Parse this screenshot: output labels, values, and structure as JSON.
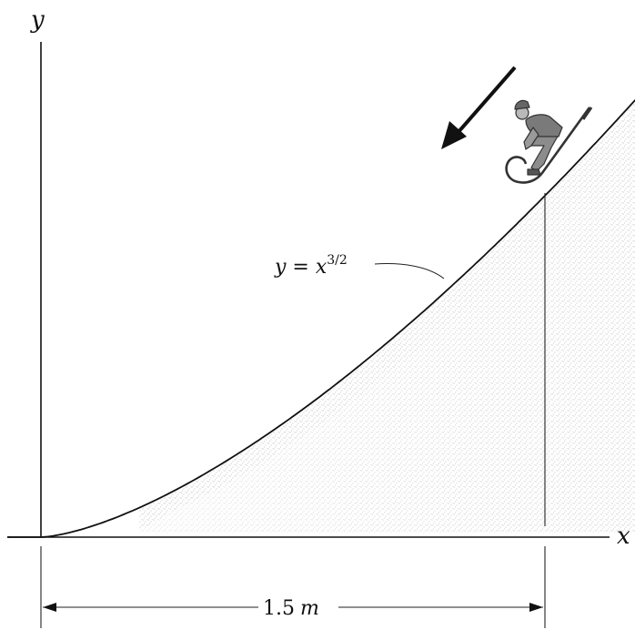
{
  "axes": {
    "x_label": "x",
    "y_label": "y"
  },
  "curve": {
    "equation_lhs": "y = x",
    "equation_exp": "3/2"
  },
  "dimension": {
    "value": "1.5",
    "unit": "m"
  },
  "colors": {
    "ink": "#111111",
    "snow_shading": "#9a9a9a"
  },
  "icons": {
    "arrow": "down-left-arrow-icon",
    "rider": "sled-rider-icon"
  }
}
